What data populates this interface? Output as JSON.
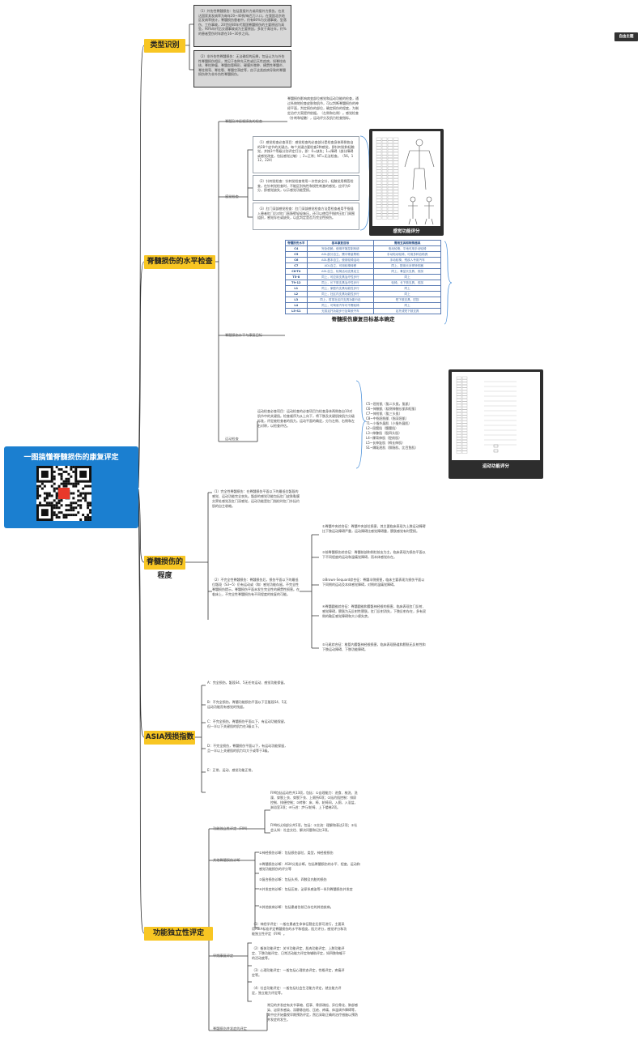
{
  "root": {
    "title": "一图搞懂脊髓损伤的康复评定"
  },
  "theme_button": "自由主题",
  "categories": {
    "type": "类型识别",
    "level": "脊髓损伤的水平检查",
    "degree": "脊髓损伤的程度",
    "asia": "ASIA残损指数",
    "fim": "功能独立性评定"
  },
  "type_boxes": [
    "（1）外伤性脊髓损伤：包括直接外力或间接外力损伤。在发达国家其发病率为每年20~40例/每百万人口，在我国北京地区发病率统计，脊髓损伤患者中，约有80%为交通事故、坠落伤、工伤事故，20世纪80年代我国脊髓损伤的主要原因为高坠，90%年代后交通事故成为主要原因，多发于青壮年，约%的患者受伤时年龄在16~30岁之间。",
    "（2）非外伤性脊髓损伤：无法确切的因果，包括认为与外伤性脊髓损伤相反，常见于各种先天性或后天性疾病，如脊柱结核、脊柱肿瘤、脊髓血管畸形、硬膜外脓肿、横贯性脊髓炎、脊柱侧弯、脊柱裂、脊髓空洞症等，由于这类疾病导致的脊髓损伤称为非外伤性脊髓损伤。"
  ],
  "level": {
    "branch_neuro": "脊髓及神经根损伤的检查",
    "neuro_text": "脊髓损伤影响病变部位感觉和运动功能的检查，通过系统地检查皮肤和肌节，可以判断脊髓损伤的神经平面，判定损伤的部位，确定损伤的程度，为制定治疗方案提供依据。（左侧和右侧）。感觉检查（针刺和轻触），运动评分及肌力检查指标。",
    "branch_sensory": "感觉检查",
    "sensory_boxes": [
      "（1）感觉检查必查项目：感觉检查的必查部分是检查身体两侧各自的28个皮节的关键点。每个关键点要检查2种感觉，即针刺觉和轻触觉，并按3个等级分别评定打分，即：0=缺失；1=障碍（部分障碍或感觉改变，包括感觉过敏）；2=正常；NT=无法检查。（56，112，224）",
      "（2）针刺觉检查：针刺觉检查常用一次性安全针，轻触觉用棉签检查，在针刺觉检查时，不能区别钝性和锐性刺激的感觉，应评为0分，即感觉缺失，以示感觉功能受损。",
      "（3）肛门深部感觉检查：肛门深部感觉检查方法是检查者用手指插入患者肛门后对肛门直肠壁轻轻施压，还可以使用手指挤压肛门周围组织，感觉存在或缺失，以此判定是否为完全性损伤。"
    ],
    "sensory_card_caption": "感觉功能评分",
    "branch_table": "脊髓损伤水平与康复目标",
    "table_caption": "脊髓损伤康复目标基本确定",
    "table_headers": [
      "脊髓损伤水平",
      "基本康复目标",
      "需用支具和特殊器具"
    ],
    "table_rows": [
      [
        "C4",
        "完全依赖，使用环境控制系统",
        "电动轮椅、平地可用手动轮椅"
      ],
      [
        "C5",
        "ADL部分自立，需中等量帮助",
        "手动电动轮椅，可用多种自助具"
      ],
      [
        "C6",
        "ADL基本自立，使用轮椅活动",
        "手动轮椅、残疾人专用汽车"
      ],
      [
        "C7",
        "ADL自立，可用轮椅转移",
        "同上，配用长对掌矫形器"
      ],
      [
        "C8-T4",
        "ADL自立，轮椅活动支具站立",
        "同上，骨盆长支具、双拐"
      ],
      [
        "T5-8",
        "同上，可应用支具治疗性步行",
        "同上"
      ],
      [
        "T9-12",
        "同上，长下肢支具治疗性步行",
        "轮椅、长下肢支具、双拐"
      ],
      [
        "L1",
        "同上，家庭内支具功能性步行",
        "同上"
      ],
      [
        "L2",
        "同上，社区内支具功能性步行",
        "同上"
      ],
      [
        "L3",
        "同上，肘拐社区内支具功能行走",
        "短下肢支具、肘拐"
      ],
      [
        "L4",
        "同上，可驾驶汽车可不需轮椅",
        "同上"
      ],
      [
        "L5-S1",
        "无拐足托功能步行及驾驶汽车",
        "足托或短下肢支具"
      ]
    ],
    "branch_motor": "运动检查",
    "motor_text": "运动检查必查项目：运动检查的必查项目为检查身体两侧各自10对肌节中的关键肌。检查顺序为从上向下，将下肢及关键肌按肌力分级标准，评定被检查者的肌力。运动平面的确定，分为左侧、右侧和左右对称，以检查评估。",
    "motor_list": [
      "C5~屈肘肌（肱二头肌，肱肌）",
      "C6~伸腕肌（桡侧伸腕长肌和短肌）",
      "C7~伸肘肌（肱三头肌）",
      "C8~中指屈指肌（指深屈肌）",
      "T1~小指外展肌（小指外展肌）",
      "L2~屈髋肌（髂腰肌）",
      "L3~伸膝肌（股四头肌）",
      "L4~踝背伸肌（胫前肌）",
      "L5~长伸趾肌（拇长伸肌）",
      "S1~踝跖屈肌（腓肠肌、比目鱼肌）"
    ],
    "motor_card_caption": "运动功能评分"
  },
  "degree": {
    "complete": "（1）完全性脊髓损伤：在脊髓损伤平面以下的最低位骶段的感觉、运动功能完全丧失。骶部的感觉功能包括肛门皮肤黏膜交界处感觉及肛门深感觉，运动功能是肛门指检时肛门外括约肌的自主收缩。",
    "incomplete": "（2）不完全性脊髓损伤：脊髓损伤后，损伤平面以下的最低位骶段（S3~5）仍有运动或（和）感觉功能存留。不完全性脊髓损伤提示，脊髓损伤平面未发生完全性的横贯性损害。在临床上，不完全性脊髓损伤有不同程度的恢复的可能。",
    "syndromes": [
      "①脊髓中央综合征：脊髓中央部位损害，其主要临床表现为上肢运动障碍比下肢运动障碍严重，运动障碍比感觉障碍重，膀胱感觉有时受损。",
      "②前脊髓损伤综合征：脊髓前部和侧柱前支为主，临床表现为损伤平面以下不同程度的运动和温痛觉障碍，而本体感觉存在。",
      "③Brown-Sequard综合征：脊髓半侧损害，临床主要表现为损伤平面以下同侧的运动及本体感觉障碍，对侧的温痛觉障碍。",
      "④脊髓圆锥综合征：脊髓圆锥和腰骶神经根的损害，临床表现肛门反射、感觉障碍，膀胱为无反射性膀胱，肛门反射消失，下肢反射存在，多有双侧的鞍区感觉障碍和大小便失禁。",
      "⑤马尾综合征：椎管内腰骶神经根损害，临床表现肠道和膀胱无反射性和下肢运动障碍、下肢功能障碍。"
    ]
  },
  "asia": [
    "A：完全损伤，骶段S4、5无任何运动、感觉功能保留。",
    "B：不完全损伤，脊髓功能损伤平面以下至骶段S4、5无运动功能而有感觉的残留。",
    "C：不完全损伤，脊髓损伤平面以下，有运动功能保留，但一半以下关键肌的肌力在3级以下。",
    "D：不完全损伤，脊髓损伤平面以下，有运动功能保留，且一半以上关键肌的肌力均大于或等于3级。",
    "E：正常，运动、感觉功能正常。"
  ],
  "fim": {
    "branch_fim": "功能独立性评定（FIM）",
    "fim_boxes": [
      "FIM包括运动性共13项，包括：①自理能力：进食、梳洗、洗澡、穿脱上衣、穿脱下衣、上厕所6项；②括约肌控制：排尿控制、排便控制；③转移：床、椅、轮椅间，入厕，入浴盆，淋浴室3项；④行进：步行/轮椅、上下楼梯2项。",
      "FIM的认知部分共5项，包括：①交流：理解和表达2项；②社会认知：社会交往、解决问题和记忆3项。"
    ],
    "branch_other": "其他脊髓损伤诊断",
    "other_boxes": [
      "①神经损伤诊断：包括损伤部位、类型，神经根损伤",
      "②脊髓损伤诊断：ASIA分类诊断，包括脊髓损伤的水平、程度，运动和感觉功能损伤的评分等",
      "③复合损伤诊断：包括头颅、四肢及内脏的损伤",
      "④并发症的诊断：包括压疮、泌尿系感染等一系列脊髓损伤并发症",
      "⑤其他疾病诊断：包括患者伤前已存在的其他疾病。"
    ],
    "branch_early": "早期康复评定",
    "early_boxes": [
      "（1）神经学评定：一般在患者生命体征稳定后即可进行，主要采用ASIA标准评定脊髓损伤的水平和程度，肌力评分，感觉评分和功能独立性评定（FIM）。",
      "（2）躯体功能评定：关节功能评定、肌肉功能评定、上肢功能评定、下肢功能评定、日常活动能力评定和辅助评定，如四肢和躯干的活动度等。",
      "（3）心理功能评定：一般包括心理状态评定，性格评定，疼痛评定等。",
      "（4）社会功能评定：一般包括社会生活能力评定，就业能力评定，独立能力评定等。"
    ],
    "branch_complication": "脊髓损伤并发症的评定",
    "complication_text": "常见的并发症有关节挛缩、痉挛、骨质疏松、异位骨化、肺部感染、泌尿系感染、深静脉血栓、压疮、疼痛、体温调节障碍等，其中应开始重视早期预防评定，然后采取正确的治疗措施以预防并发症的发生。"
  },
  "colors": {
    "root": "#1b7fd0",
    "category": "#f8c623",
    "wire": "#333333",
    "bracket": "#4a90d9",
    "card": "#2d2d2d"
  }
}
